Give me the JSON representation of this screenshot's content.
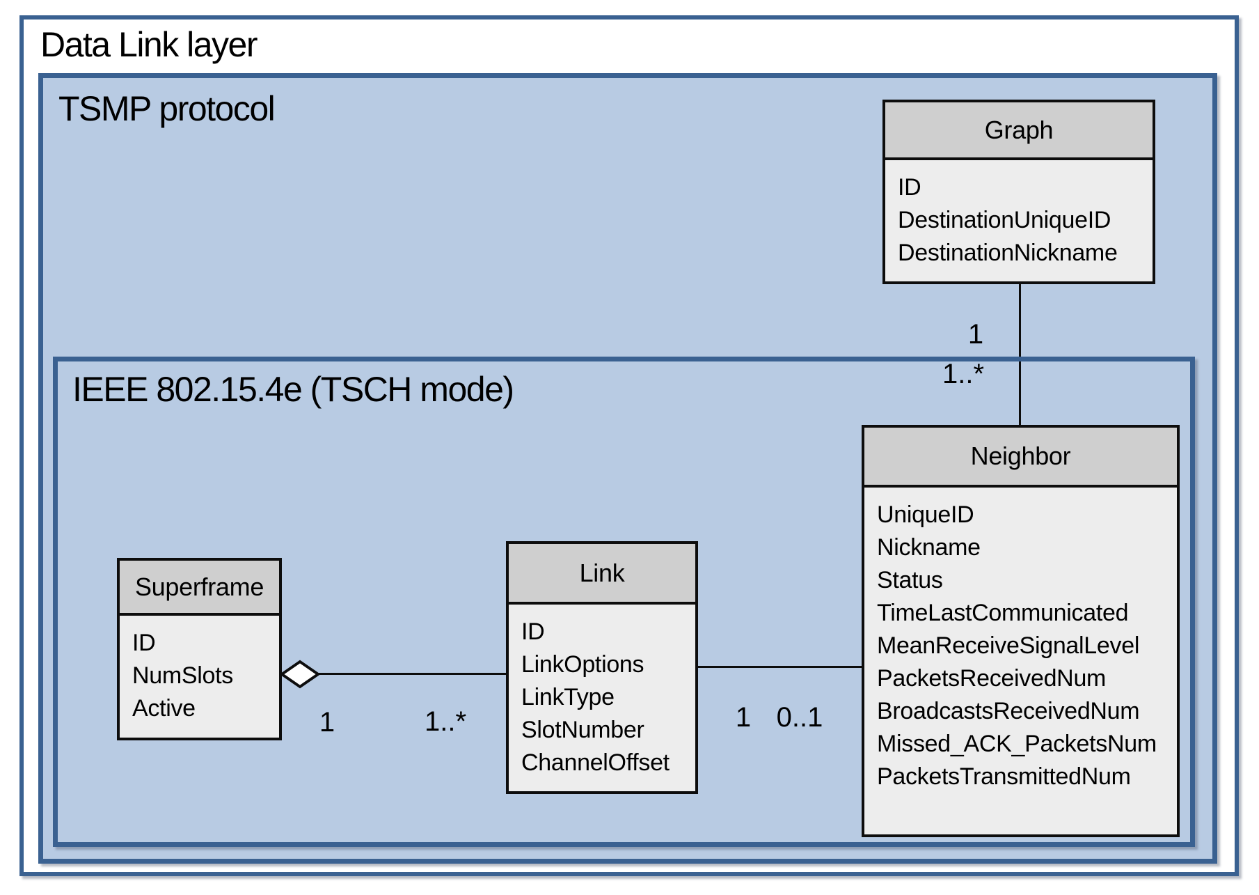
{
  "page": {
    "title": "Data Link layer",
    "tsmp": {
      "label": "TSMP protocol"
    },
    "ieee": {
      "label": "IEEE 802.15.4e (TSCH mode)"
    }
  },
  "classes": {
    "graph": {
      "title": "Graph",
      "attributes": [
        "ID",
        "DestinationUniqueID",
        "DestinationNickname"
      ]
    },
    "neighbor": {
      "title": "Neighbor",
      "attributes": [
        "UniqueID",
        "Nickname",
        "Status",
        "TimeLastCommunicated",
        "MeanReceiveSignalLevel",
        "PacketsReceivedNum",
        "BroadcastsReceivedNum",
        "Missed_ACK_PacketsNum",
        "PacketsTransmittedNum"
      ]
    },
    "link": {
      "title": "Link",
      "attributes": [
        "ID",
        "LinkOptions",
        "LinkType",
        "SlotNumber",
        "ChannelOffset"
      ]
    },
    "superframe": {
      "title": "Superframe",
      "attributes": [
        "ID",
        "NumSlots",
        "Active"
      ]
    }
  },
  "relationships": {
    "graph_neighbor": {
      "source_multiplicity": "1",
      "target_multiplicity": "1..*"
    },
    "superframe_link": {
      "kind": "aggregation",
      "source_multiplicity": "1",
      "target_multiplicity": "1..*"
    },
    "link_neighbor": {
      "source_multiplicity": "1",
      "target_multiplicity": "0..1"
    }
  },
  "colors": {
    "container_border": "#3a6191",
    "container_fill": "#b8cbe3",
    "class_border": "#0d0d0d",
    "class_header_fill": "#cfcfcf",
    "class_body_fill": "#ededed",
    "text": "#000000"
  }
}
